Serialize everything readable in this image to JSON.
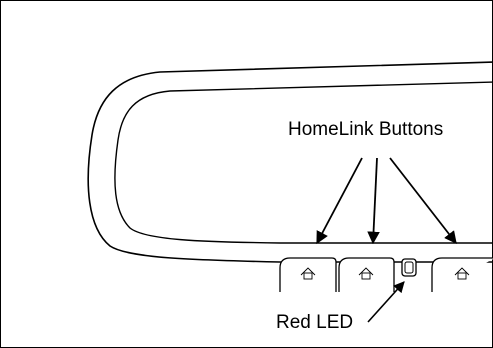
{
  "labels": {
    "homelink_buttons": "HomeLink Buttons",
    "red_led": "Red LED"
  },
  "icons": [
    "garage-door-icon-1",
    "garage-door-icon-2",
    "garage-door-icon-3"
  ],
  "colors": {
    "stroke": "#000000",
    "background": "#ffffff"
  }
}
